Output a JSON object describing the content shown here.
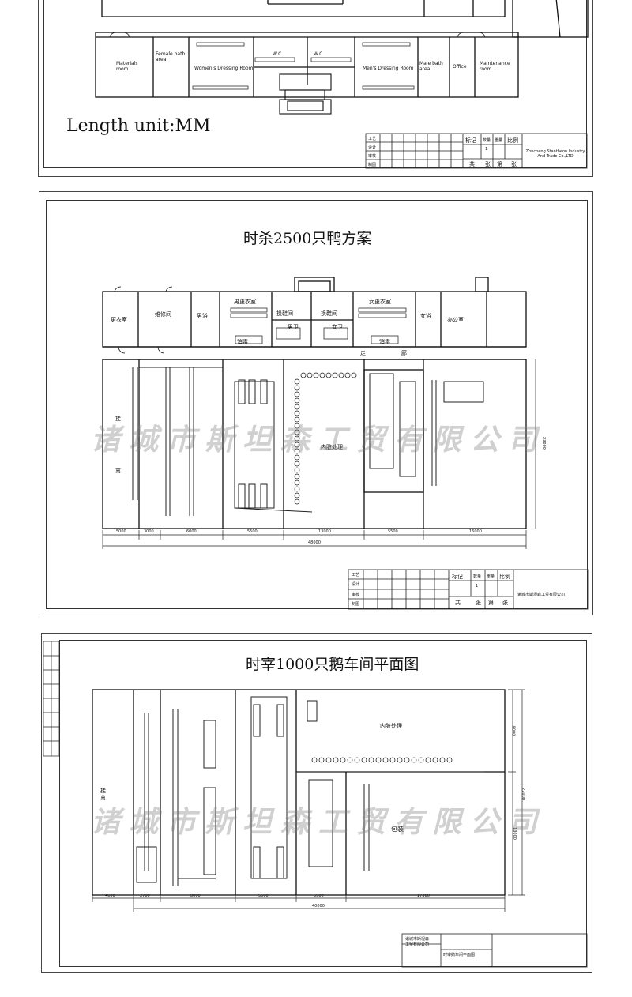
{
  "panel1": {
    "unit_label": "Length unit:MM",
    "rooms": {
      "materials": "Materials room",
      "female_bath": "Female bath area",
      "womens_dressing": "Women's Dressing Room",
      "wc_left": "W.C",
      "wc_right": "W.C",
      "mens_dressing": "Men's Dressing Room",
      "male_bath": "Male bath area",
      "office": "Office",
      "maintenance": "Maintenance room"
    },
    "title_block": {
      "r1": "工艺",
      "r2": "设计",
      "r3": "审核",
      "r4": "制图",
      "marks": "标记",
      "qty": "数量",
      "weight": "重量",
      "scale": "比例",
      "one": "1",
      "total": "共",
      "sheet": "张",
      "nth": "第",
      "sheet2": "张",
      "company": "Zhucheng Stantheon Industry And Trade Co.,LTD"
    }
  },
  "panel2": {
    "title": "时杀2500只鸭方案",
    "rooms": {
      "r1": "更衣室",
      "r2": "维修间",
      "r3": "男浴",
      "r4": "男更衣室",
      "r5": "换鞋间",
      "r6": "男卫",
      "r7": "换鞋间",
      "r8": "女卫",
      "r9": "女更衣室",
      "r10": "女浴",
      "r11": "办公室",
      "corridor_a": "走",
      "corridor_b": "廊",
      "storage_left": "消毒",
      "storage_right": "消毒",
      "hold_a": "挂",
      "hold_b": "禽",
      "viscera": "内脏处理"
    },
    "dims": [
      "5000",
      "3000",
      "6000",
      "5500",
      "13000",
      "5500",
      "16000"
    ],
    "total_dim": "48000",
    "side_dim": "23000",
    "title_block": {
      "r1": "工艺",
      "r2": "设计",
      "r3": "审核",
      "r4": "制图",
      "marks": "标记",
      "qty": "数量",
      "weight": "重量",
      "scale": "比例",
      "one": "1",
      "total": "共",
      "sheet": "张",
      "nth": "第",
      "sheet2": "张",
      "company": "诸城市斯坦森工贸有限公司"
    }
  },
  "panel3": {
    "title": "时宰1000只鹅车间平面图",
    "rooms": {
      "viscera": "内脏处理",
      "packing": "包装",
      "hold": "挂禽"
    },
    "dims": [
      "4600",
      "2700",
      "8000",
      "5500",
      "5500",
      "17300"
    ],
    "total_dim": "40000",
    "side_dims": [
      "9000",
      "22000",
      "13000"
    ],
    "title_block": {
      "company_a": "诸城市斯坦森",
      "company_b": "工贸有限公司",
      "name": "时宰鹅车间平面图"
    }
  },
  "watermark": "诸城市斯坦森工贸有限公司"
}
